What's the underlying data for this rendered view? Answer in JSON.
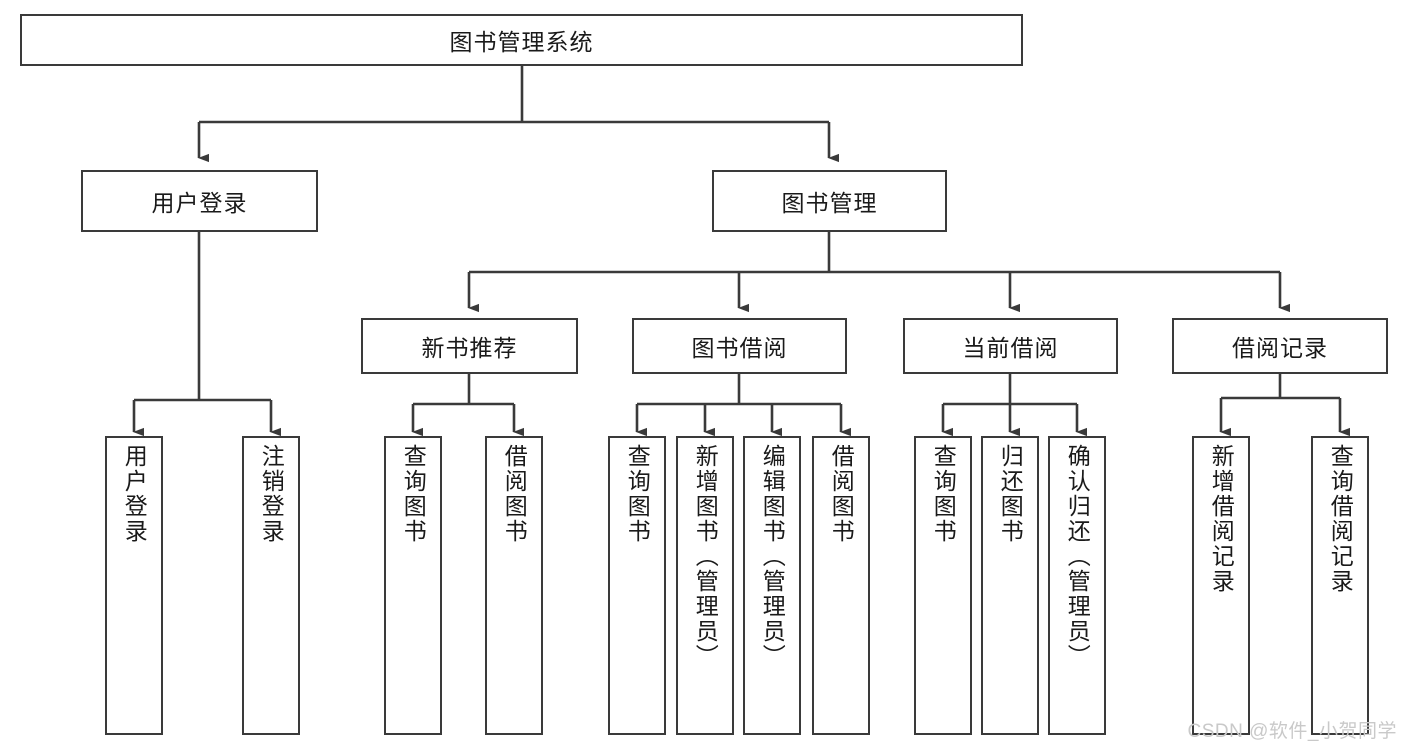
{
  "diagram": {
    "type": "tree-hierarchy",
    "title": "图书管理系统",
    "watermark": "CSDN @软件_小贺同学",
    "colors": {
      "stroke": "#3a3a3a",
      "fill": "#ffffff",
      "text": "#1a1a1a",
      "watermark": "#c9c9c9"
    },
    "levels": {
      "root": {
        "label": "图书管理系统"
      },
      "level1": [
        {
          "label": "用户登录"
        },
        {
          "label": "图书管理"
        }
      ],
      "level2": [
        {
          "label": "新书推荐"
        },
        {
          "label": "图书借阅"
        },
        {
          "label": "当前借阅"
        },
        {
          "label": "借阅记录"
        }
      ],
      "leaves": {
        "user_login": [
          {
            "label": "用户登录"
          },
          {
            "label": "注销登录"
          }
        ],
        "new_book": [
          {
            "label": "查询图书"
          },
          {
            "label": "借阅图书"
          }
        ],
        "book_borrow": [
          {
            "label": "查询图书"
          },
          {
            "label": "新增图书（管理员）"
          },
          {
            "label": "编辑图书（管理员）"
          },
          {
            "label": "借阅图书"
          }
        ],
        "current_borrow": [
          {
            "label": "查询图书"
          },
          {
            "label": "归还图书"
          },
          {
            "label": "确认归还（管理员）"
          }
        ],
        "borrow_record": [
          {
            "label": "新增借阅记录"
          },
          {
            "label": "查询借阅记录"
          }
        ]
      }
    }
  }
}
